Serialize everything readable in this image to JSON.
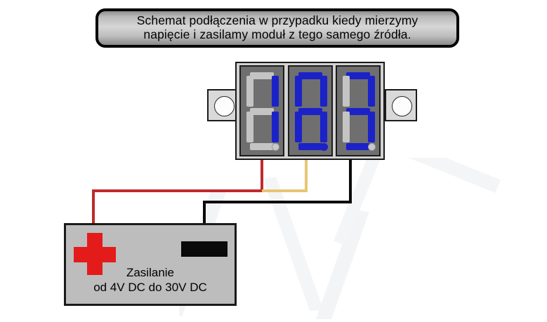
{
  "title_banner": {
    "line1": "Schemat podłączenia w przypadku kiedy mierzymy",
    "line2": "napięcie i zasilamy moduł z tego samego źródła."
  },
  "meter_module": {
    "name": "voltmeter-display-module",
    "reading": "18.3",
    "segment_color_on": "#1b22c8",
    "segment_color_off": "#c4c4c4",
    "digits": [
      {
        "value": "1",
        "segments": {
          "a": "off",
          "b": "on",
          "c": "on",
          "d": "off",
          "e": "off",
          "f": "off",
          "g": "off"
        },
        "decimal_point": "off"
      },
      {
        "value": "8",
        "segments": {
          "a": "on",
          "b": "on",
          "c": "on",
          "d": "on",
          "e": "on",
          "f": "on",
          "g": "on"
        },
        "decimal_point": "on"
      },
      {
        "value": "3",
        "segments": {
          "a": "on",
          "b": "on",
          "c": "on",
          "d": "on",
          "e": "off",
          "f": "off",
          "g": "on"
        },
        "decimal_point": "off"
      }
    ],
    "mounting_tabs": [
      {
        "side": "left"
      },
      {
        "side": "right"
      }
    ]
  },
  "wires": [
    {
      "name": "red-wire",
      "color": "#c02a2a",
      "role": "positive-supply"
    },
    {
      "name": "yellow-wire",
      "color": "#e8c574",
      "role": "measure-input"
    },
    {
      "name": "black-wire",
      "color": "#0a0a0a",
      "role": "negative-ground"
    }
  ],
  "battery": {
    "label_line1": "Zasilanie",
    "label_line2": "od 4V DC do 30V DC",
    "plus_terminal_color": "#e41b1b",
    "minus_terminal_color": "#0a0a0a"
  }
}
